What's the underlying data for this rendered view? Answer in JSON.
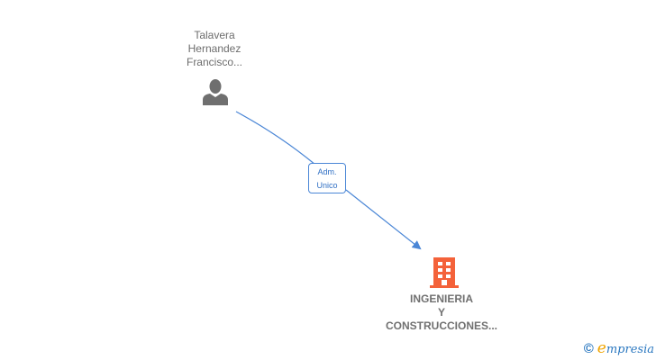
{
  "nodes": {
    "person": {
      "name_lines": [
        "Talavera",
        "Hernandez",
        "Francisco..."
      ],
      "icon": "person-icon",
      "icon_color": "#6f6f6f"
    },
    "company": {
      "name_lines": [
        "INGENIERIA",
        "Y",
        "CONSTRUCCIONES..."
      ],
      "icon": "building-icon",
      "icon_color": "#f4623a"
    }
  },
  "edges": [
    {
      "from": "person",
      "to": "company",
      "label_lines": [
        "Adm.",
        "Unico"
      ],
      "color": "#4a86d6"
    }
  ],
  "footer": {
    "copyright_symbol": "©",
    "brand_initial": "e",
    "brand_rest": "mpresia"
  }
}
